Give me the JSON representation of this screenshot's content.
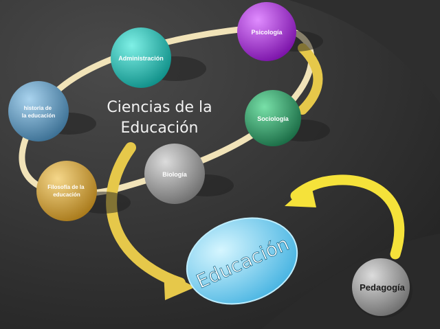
{
  "diagram": {
    "title_line1": "Ciencias de la",
    "title_line2": "Educación",
    "center_node": "Educación",
    "pedagogia_node": "Pedagogía",
    "ring_nodes": {
      "administracion": "Administración",
      "psicologia": "Psicología",
      "historia": "historia de la educación",
      "sociologia": "Sociología",
      "biologia": "Biología",
      "filosofia": "Filosofía de la educación"
    },
    "colors": {
      "background": "#3a3a3a",
      "ring": "#f1e3b8",
      "arrow_gold": "#e6c84a",
      "arrow_yellow": "#f5e23a",
      "teal": "#1fb8b0",
      "violet": "#b02fe0",
      "steel_blue": "#5a9cc6",
      "green": "#2aa36a",
      "gold": "#d9a82a",
      "gray": "#9a9a9a",
      "sky": "#6fd3f5"
    }
  }
}
